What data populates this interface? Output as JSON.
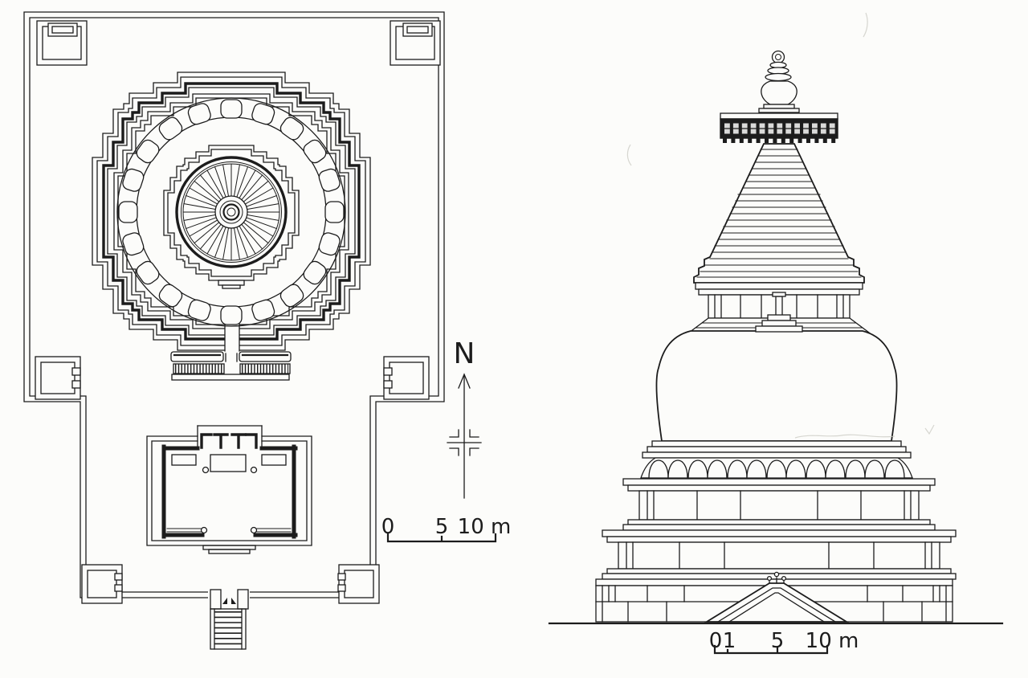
{
  "colors": {
    "ink": "#1c1c1c",
    "paper": "#fcfcfa"
  },
  "plan": {
    "compass_label": "N",
    "scale_bar": {
      "labels": [
        "0",
        "5",
        "10 m"
      ]
    }
  },
  "elevation": {
    "scale_bar": {
      "labels": [
        "0",
        "1",
        "5",
        "10 m"
      ]
    }
  }
}
